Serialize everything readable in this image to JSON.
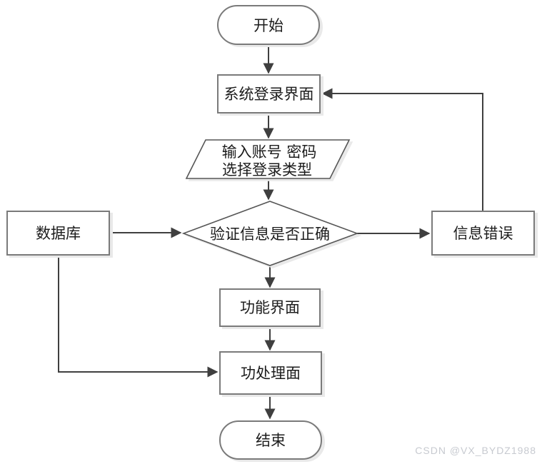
{
  "flowchart": {
    "nodes": {
      "start": {
        "label": "开始",
        "shape": "terminator"
      },
      "login": {
        "label": "系统登录界面",
        "shape": "process"
      },
      "input": {
        "line1": "输入账号 密码",
        "line2": "选择登录类型",
        "shape": "data-parallelogram"
      },
      "verify": {
        "label": "验证信息是否正确",
        "shape": "decision-diamond"
      },
      "database": {
        "label": "数据库",
        "shape": "process"
      },
      "error": {
        "label": "信息错误",
        "shape": "process"
      },
      "function": {
        "label": "功能界面",
        "shape": "process"
      },
      "process": {
        "label": "功处理面",
        "shape": "process"
      },
      "end": {
        "label": "结束",
        "shape": "terminator"
      }
    },
    "edges": [
      {
        "from": "start",
        "to": "login"
      },
      {
        "from": "login",
        "to": "input"
      },
      {
        "from": "input",
        "to": "verify"
      },
      {
        "from": "database",
        "to": "verify"
      },
      {
        "from": "verify",
        "to": "error"
      },
      {
        "from": "error",
        "to": "login"
      },
      {
        "from": "verify",
        "to": "function"
      },
      {
        "from": "function",
        "to": "process"
      },
      {
        "from": "database",
        "to": "process"
      },
      {
        "from": "process",
        "to": "end"
      }
    ]
  },
  "watermark": {
    "text": "CSDN @VX_BYDZ1988"
  },
  "colors": {
    "background": "#ffffff",
    "shape_border": "#7a7a7a",
    "connector": "#3f3f3f",
    "label_text": "#1c1c1c",
    "watermark_text": "#c7cad0",
    "shadow": "#e9e9e9"
  }
}
